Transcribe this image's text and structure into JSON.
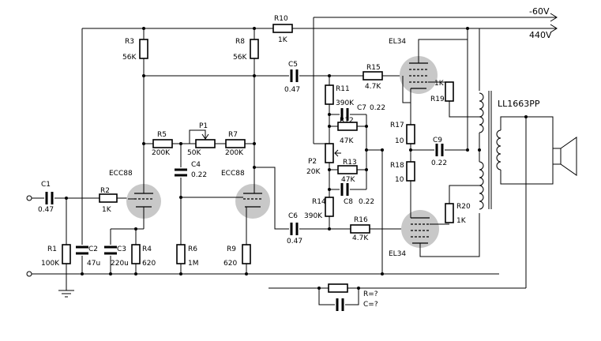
{
  "rails": {
    "neg": "-60V",
    "pos": "440V"
  },
  "transformer": "LL1663PP",
  "tubes": {
    "v1": "ECC88",
    "v2": "ECC88",
    "p1": "EL34",
    "p2": "EL34"
  },
  "components": {
    "R1": {
      "name": "R1",
      "value": "100K"
    },
    "R2": {
      "name": "R2",
      "value": "1K"
    },
    "R3": {
      "name": "R3",
      "value": "56K"
    },
    "R4": {
      "name": "R4",
      "value": "620"
    },
    "R5": {
      "name": "R5",
      "value": "200K"
    },
    "R6": {
      "name": "R6",
      "value": "1M"
    },
    "R7": {
      "name": "R7",
      "value": "200K"
    },
    "R8": {
      "name": "R8",
      "value": "56K"
    },
    "R9": {
      "name": "R9",
      "value": "620"
    },
    "R10": {
      "name": "R10",
      "value": "1K"
    },
    "R11": {
      "name": "R11",
      "value": "390K"
    },
    "R12": {
      "name": "R12",
      "value": "47K"
    },
    "R13": {
      "name": "R13",
      "value": "47K"
    },
    "R14": {
      "name": "R14",
      "value": "390K"
    },
    "R15": {
      "name": "R15",
      "value": "4.7K"
    },
    "R16": {
      "name": "R16",
      "value": "4.7K"
    },
    "R17": {
      "name": "R17",
      "value": "10"
    },
    "R18": {
      "name": "R18",
      "value": "10"
    },
    "R19": {
      "name": "R19",
      "value": "1K"
    },
    "R20": {
      "name": "R20",
      "value": "1K"
    },
    "P1": {
      "name": "P1",
      "value": "50K"
    },
    "P2": {
      "name": "P2",
      "value": "20K"
    },
    "C1": {
      "name": "C1",
      "value": "0.47"
    },
    "C2": {
      "name": "C2",
      "value": "47u"
    },
    "C3": {
      "name": "C3",
      "value": "220u"
    },
    "C4": {
      "name": "C4",
      "value": "0.22"
    },
    "C5": {
      "name": "C5",
      "value": "0.47"
    },
    "C6": {
      "name": "C6",
      "value": "0.47"
    },
    "C7": {
      "name": "C7",
      "value": "0.22"
    },
    "C8": {
      "name": "C8",
      "value": "0.22"
    },
    "C9": {
      "name": "C9",
      "value": "0.22"
    }
  },
  "feedback": {
    "r": "R=?",
    "c": "C=?"
  }
}
